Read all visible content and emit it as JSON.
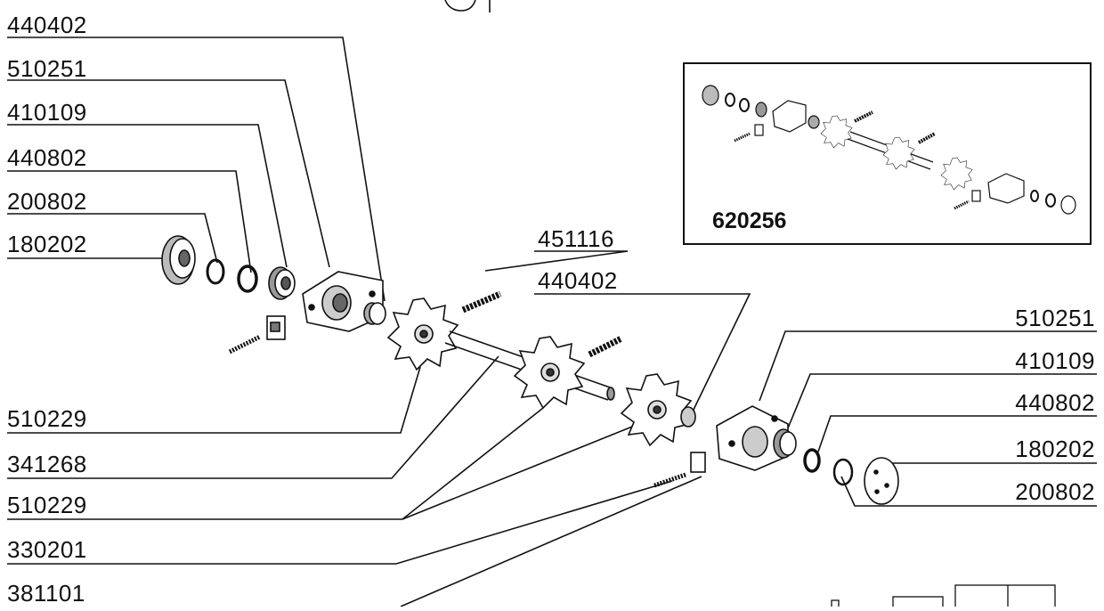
{
  "left_labels": [
    "440402",
    "510251",
    "410109",
    "440802",
    "200802",
    "180202"
  ],
  "left_bottom_labels": [
    "510229",
    "341268",
    "510229",
    "330201",
    "381101"
  ],
  "right_labels": [
    "510251",
    "410109",
    "440802",
    "180202",
    "200802"
  ],
  "mid_labels": [
    "451116",
    "440402"
  ],
  "inset": {
    "title": "620256"
  }
}
